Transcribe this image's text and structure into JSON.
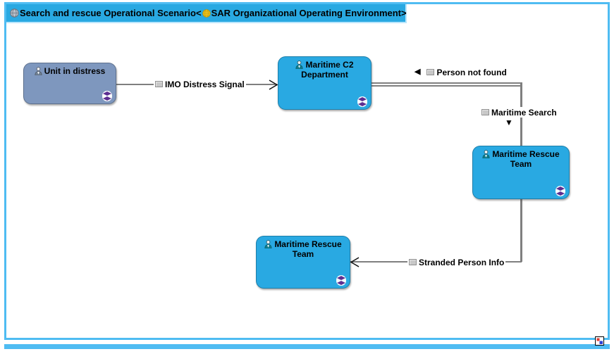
{
  "title": {
    "scenario": "Search and rescue Operational Scenario<",
    "environment": "SAR Organizational Operating Environment>"
  },
  "nodes": [
    {
      "id": "unit-in-distress",
      "label": "Unit in distress",
      "color": "#7E97BE"
    },
    {
      "id": "maritime-c2-department",
      "label": "Maritime C2 Department",
      "color": "#29A9E2"
    },
    {
      "id": "maritime-rescue-team",
      "label": "Maritime Rescue Team",
      "color": "#29A9E2"
    },
    {
      "id": "maritime-rescue-team-2",
      "label": "Maritime Rescue Team",
      "color": "#29A9E2"
    }
  ],
  "edges": [
    {
      "label": "IMO Distress Signal",
      "from": "Unit in distress",
      "to": "Maritime C2 Department",
      "arrow": "open-right"
    },
    {
      "label": "Person not found",
      "from": "Maritime Rescue Team",
      "to": "Maritime C2 Department",
      "direction_glyph": "◀"
    },
    {
      "label": "Maritime Search",
      "from": "Maritime C2 Department",
      "to": "Maritime Rescue Team",
      "direction_glyph": "▼"
    },
    {
      "label": "Stranded Person Info",
      "from": "Maritime Rescue Team",
      "to": "Maritime Rescue Team 2",
      "arrow": "open-left"
    }
  ],
  "colors": {
    "accent_cyan": "#29A9E2",
    "frame_border": "#4FBCF2",
    "node_slate": "#7E97BE",
    "edge_gray": "#7F7F7F",
    "diamond_purple": "#5C2E91"
  },
  "icons": {
    "scenario_globe": "gray-globe",
    "environment_globe": "yellow-globe-grid",
    "actor": "person-bust",
    "role_badge": "double-purple-diamond",
    "exchange_item": "gray-box",
    "direction_left": "◀",
    "direction_down": "▼",
    "resize_marker": "red-blue-squares"
  }
}
